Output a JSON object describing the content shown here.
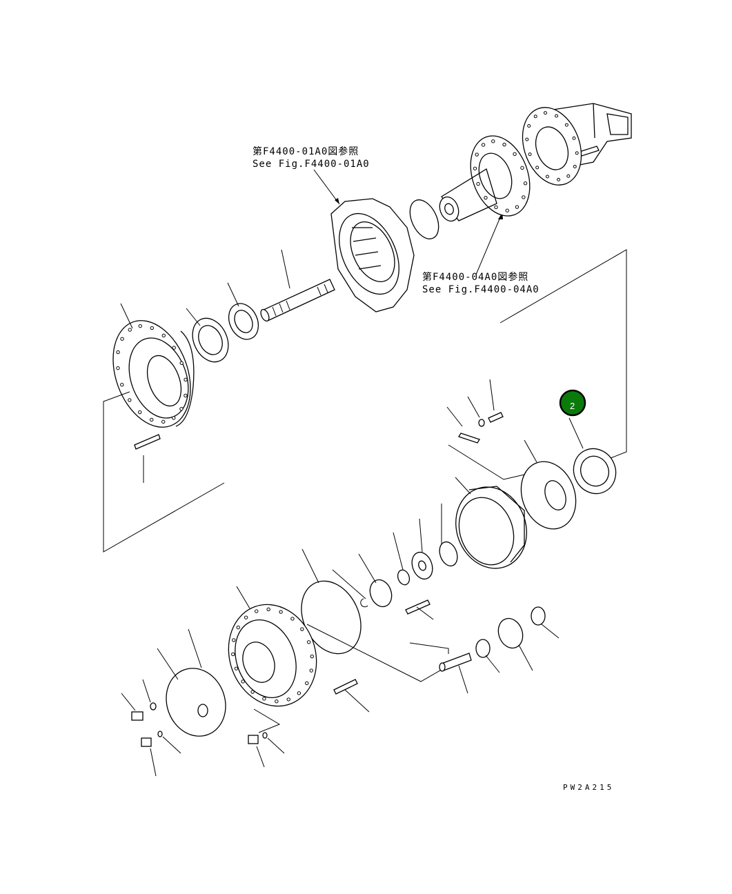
{
  "references": [
    {
      "jp": "第F4400-01A0図参照",
      "en": "See Fig.F4400-01A0"
    },
    {
      "jp": "第F4400-04A0図参照",
      "en": "See Fig.F4400-04A0"
    }
  ],
  "callouts": [
    {
      "number": "2",
      "color": "#0a7a0a",
      "border": "#000000"
    }
  ],
  "drawing_code": "PW2A215"
}
